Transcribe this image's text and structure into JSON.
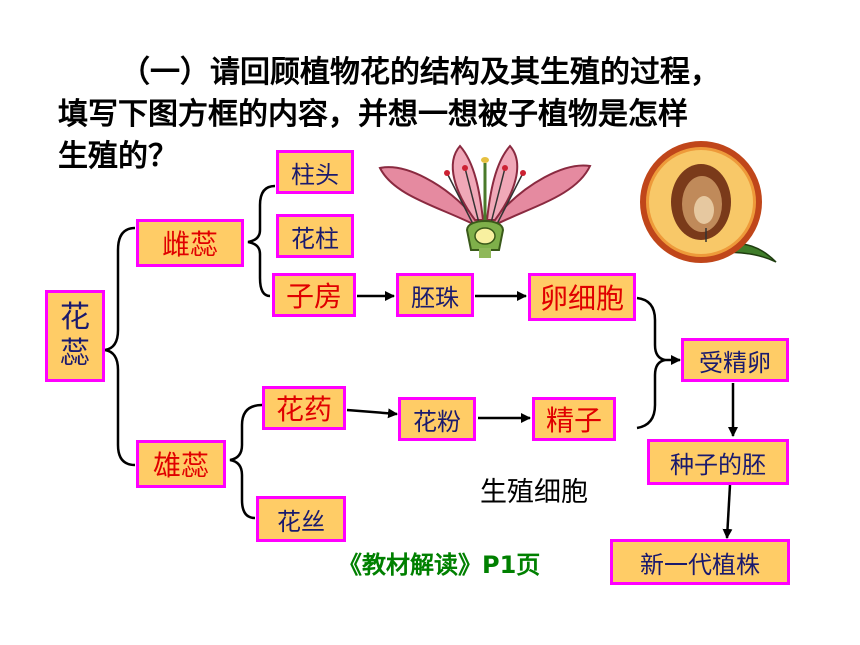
{
  "intro": {
    "line1": "（一）请回顾植物花的结构及其生殖的过程，",
    "line2": "填写下图方框的内容，并想一想被子植物是怎样",
    "line3": "生殖的？"
  },
  "diagram": {
    "root": [
      "花",
      "蕊"
    ],
    "pistil": "雌蕊",
    "stamen": "雄蕊",
    "stigma": "柱头",
    "style": "花柱",
    "ovary": "子房",
    "ovule": "胚珠",
    "egg": "卵细胞",
    "anther": "花药",
    "filament": "花丝",
    "pollen": "花粉",
    "sperm": "精子",
    "zygote": "受精卵",
    "embryo": "种子的胚",
    "new_plant": "新一代植株"
  },
  "caption": "生殖细胞",
  "reference": "《教材解读》P1页",
  "colors": {
    "box_fill": "#ffcc66",
    "box_border": "#ff00ff",
    "answer_text": "#e00000",
    "label_text": "#1a1a6e",
    "reference_text": "#008000"
  },
  "images": {
    "flower": "flower-cross-section-illustration",
    "fruit": "peach-fruit-cross-section-illustration"
  }
}
